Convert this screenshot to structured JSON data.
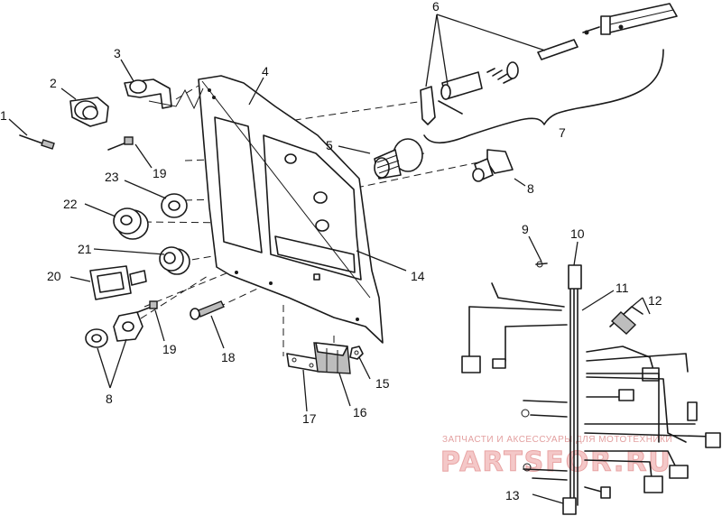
{
  "callouts": [
    {
      "id": "1",
      "label": "1"
    },
    {
      "id": "2",
      "label": "2"
    },
    {
      "id": "3",
      "label": "3"
    },
    {
      "id": "4",
      "label": "4"
    },
    {
      "id": "5",
      "label": "5"
    },
    {
      "id": "6",
      "label": "6"
    },
    {
      "id": "7",
      "label": "7"
    },
    {
      "id": "8a",
      "label": "8"
    },
    {
      "id": "8b",
      "label": "8"
    },
    {
      "id": "9",
      "label": "9"
    },
    {
      "id": "10",
      "label": "10"
    },
    {
      "id": "11",
      "label": "11"
    },
    {
      "id": "12",
      "label": "12"
    },
    {
      "id": "13",
      "label": "13"
    },
    {
      "id": "14",
      "label": "14"
    },
    {
      "id": "15",
      "label": "15"
    },
    {
      "id": "16",
      "label": "16"
    },
    {
      "id": "17",
      "label": "17"
    },
    {
      "id": "18",
      "label": "18"
    },
    {
      "id": "19a",
      "label": "19"
    },
    {
      "id": "19b",
      "label": "19"
    },
    {
      "id": "20",
      "label": "20"
    },
    {
      "id": "21",
      "label": "21"
    },
    {
      "id": "22",
      "label": "22"
    },
    {
      "id": "23",
      "label": "23"
    }
  ],
  "watermark": {
    "caption": "ЗАПЧАСТИ И АКСЕССУАРЫ ДЛЯ МОТОТЕХНИКИ",
    "logo": "PARTSFOR.RU"
  },
  "colors": {
    "line": "#1a1a1a",
    "background": "#ffffff",
    "watermark": "#e8a3a3"
  }
}
